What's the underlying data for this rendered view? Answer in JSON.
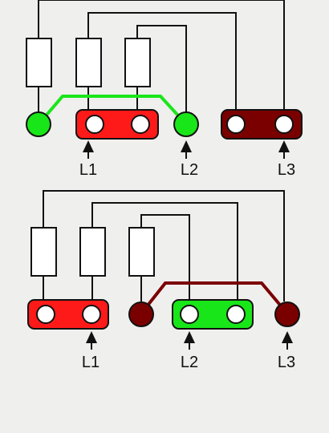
{
  "colors": {
    "background": "#efefed",
    "green": "#19e619",
    "red": "#ff1a1a",
    "darkred": "#7a0000",
    "line": "#111111"
  },
  "diagram_top": {
    "labels": {
      "l1": "L1",
      "l2": "L2",
      "l3": "L3"
    },
    "link_color": "green",
    "left_terminal": "green",
    "middle_block": "red",
    "right_terminal": "green",
    "right_block": "darkred"
  },
  "diagram_bottom": {
    "labels": {
      "l1": "L1",
      "l2": "L2",
      "l3": "L3"
    },
    "link_color": "darkred",
    "left_block": "red",
    "left_terminal": "darkred",
    "middle_block": "green",
    "right_terminal": "darkred"
  }
}
